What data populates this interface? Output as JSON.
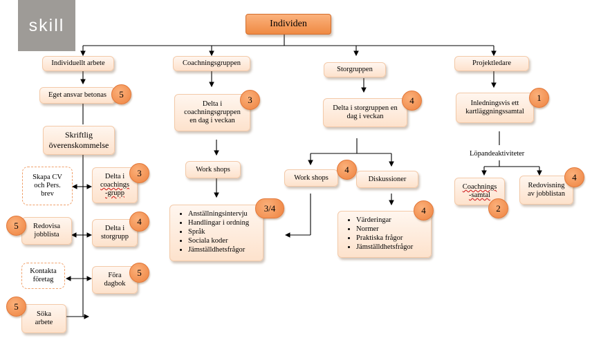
{
  "logo": "skill",
  "root": "Individen",
  "columns": {
    "individual": {
      "header": "Individuellt arbete",
      "responsibility": "Eget ansvar betonas",
      "responsibility_badge": "5",
      "agreement_line1": "Skriftlig",
      "agreement_line2": "överenskommelse",
      "side_items": [
        {
          "line1": "Delta i",
          "line2": "coachings",
          "line3": "-grupp",
          "badge": "3"
        },
        {
          "line1": "Delta i",
          "line2": "storgrupp",
          "badge": "4"
        },
        {
          "line1": "Föra",
          "line2": "dagbok",
          "badge": "5"
        }
      ],
      "left_items": [
        {
          "line1": "Skapa CV",
          "line2": "och Pers.",
          "line3": "brev"
        },
        {
          "line1": "Redovisa",
          "line2": "jobblista",
          "badge": "5"
        },
        {
          "line1": "Kontakta",
          "line2": "företag"
        },
        {
          "line1": "Söka",
          "line2": "arbete",
          "badge": "5"
        }
      ]
    },
    "coaching": {
      "header": "Coachningsgruppen",
      "participate_line1": "Delta i",
      "participate_line2": "coachningsgruppen",
      "participate_line3": "en dag i veckan",
      "participate_badge": "3",
      "workshops": "Work shops",
      "topics_badge": "3/4",
      "topics": [
        "Anställningsintervju",
        "Handlingar i ordning",
        "Språk",
        "Sociala koder",
        "Jämställdhetsfrågor"
      ]
    },
    "large_group": {
      "header": "Storgruppen",
      "participate_line1": "Delta i storgruppen en",
      "participate_line2": "dag i veckan",
      "participate_badge": "4",
      "workshops": "Work shops",
      "workshops_badge": "4",
      "discussions": "Diskussioner",
      "topics_badge": "4",
      "topics": [
        "Värderingar",
        "Normer",
        "Praktiska frågor",
        "Jämställdhetsfrågor"
      ]
    },
    "project_leader": {
      "header": "Projektledare",
      "mapping_line1": "Inledningsvis ett",
      "mapping_line2": "kartläggningssamtal",
      "mapping_badge": "1",
      "ongoing": "Löpandeaktiviteter",
      "coaching_talk_line1": "Coachnings",
      "coaching_talk_line2": "-samtal",
      "coaching_talk_badge": "2",
      "report_line1": "Redovisning",
      "report_line2": "av jobblistan",
      "report_badge": "4"
    }
  }
}
